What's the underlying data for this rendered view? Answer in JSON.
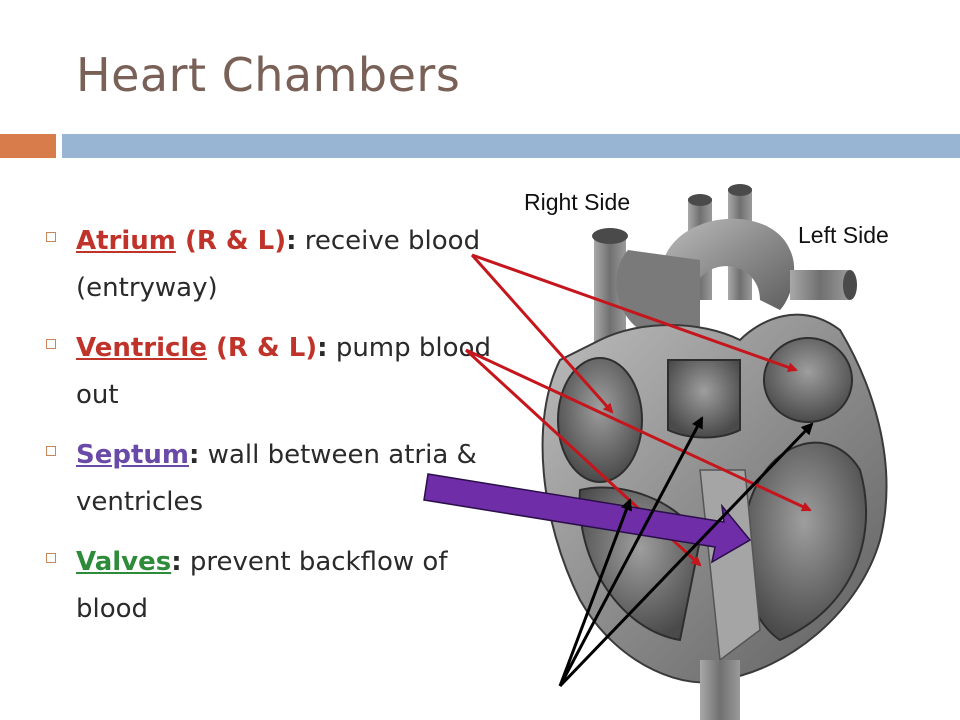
{
  "slide": {
    "title": "Heart Chambers",
    "bullets": [
      {
        "term": "Atrium",
        "qualifier": " (R & L)",
        "rest": " receive blood (entryway)"
      },
      {
        "term": "Ventricle",
        "qualifier": " (R & L)",
        "rest": " pump blood out"
      },
      {
        "term": "Septum",
        "qualifier": "",
        "rest": " wall between atria & ventricles"
      },
      {
        "term": "Valves",
        "qualifier": "",
        "rest": " prevent backflow of blood"
      }
    ],
    "diagram": {
      "right_side_label": "Right Side",
      "left_side_label": "Left Side"
    }
  },
  "colors": {
    "title": "#7a6157",
    "accent_orange": "#d97c4b",
    "accent_blue": "#98b6d3",
    "arrow_red": "#c4161c",
    "arrow_purple": "#6f2da8",
    "arrow_black": "#000000"
  }
}
